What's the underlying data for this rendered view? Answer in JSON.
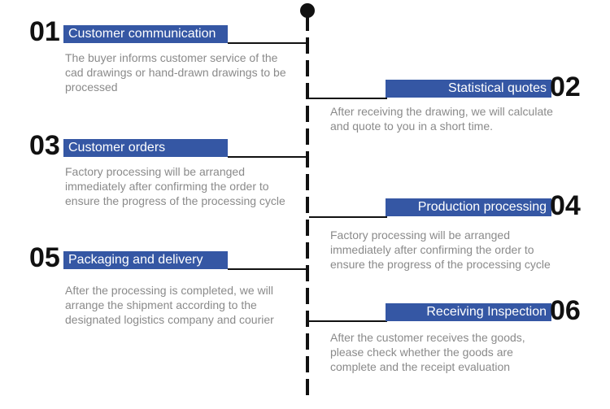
{
  "steps": [
    {
      "num": "01",
      "label": "Customer communication",
      "desc": [
        "The buyer informs customer service of the",
        "cad drawings or hand-drawn drawings to be",
        "processed"
      ]
    },
    {
      "num": "02",
      "label": "Statistical quotes",
      "desc": [
        "After receiving the drawing, we will calculate",
        "and quote to you in a short time."
      ]
    },
    {
      "num": "03",
      "label": "Customer orders",
      "desc": [
        "Factory processing will be arranged",
        "immediately after confirming the order to",
        "ensure the progress of the processing cycle"
      ]
    },
    {
      "num": "04",
      "label": "Production processing",
      "desc": [
        "Factory processing will be arranged",
        "immediately after confirming the order to",
        "ensure the progress of the processing cycle"
      ]
    },
    {
      "num": "05",
      "label": "Packaging and delivery",
      "desc": [
        "After the processing is completed, we will",
        "arrange the shipment according to the",
        "designated logistics company and courier"
      ]
    },
    {
      "num": "06",
      "label": "Receiving Inspection",
      "desc": [
        "After the customer receives the goods,",
        "please check whether the goods are",
        "complete and the receipt evaluation"
      ]
    }
  ],
  "colors": {
    "label_bg": "#3557a4",
    "label_text": "#ffffff",
    "desc_text": "#8a8a8a",
    "spine": "#111111"
  }
}
